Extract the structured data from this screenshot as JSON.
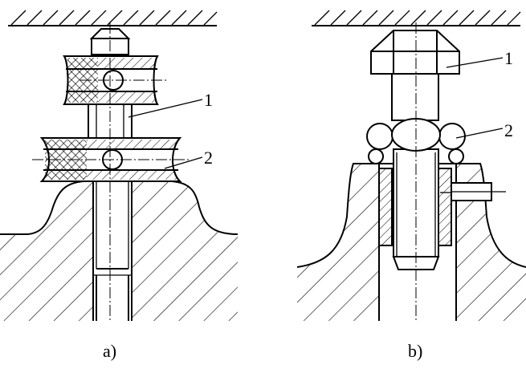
{
  "figure": {
    "panel_a": {
      "caption": "a)",
      "callouts": [
        "1",
        "2"
      ]
    },
    "panel_b": {
      "caption": "b)",
      "callouts": [
        "1",
        "2"
      ]
    }
  }
}
